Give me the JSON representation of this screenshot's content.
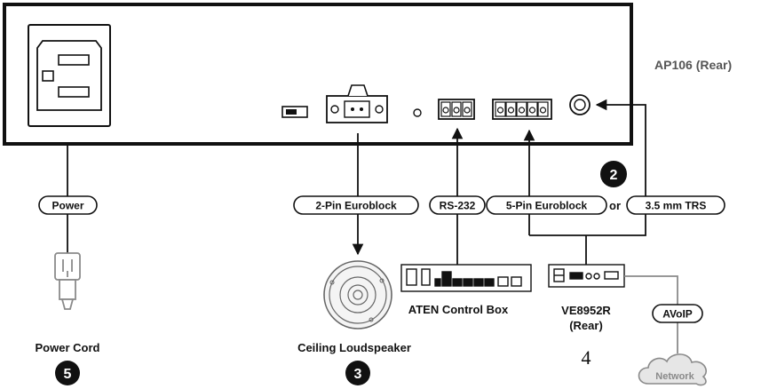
{
  "device_title": "AP106 (Rear)",
  "connectors": {
    "power": "Power",
    "euroblock2": "2-Pin Euroblock",
    "rs232": "RS-232",
    "euroblock5": "5-Pin Euroblock",
    "or_text": "or",
    "trs": "3.5 mm TRS",
    "avoip": "AVoIP"
  },
  "devices": {
    "power_cord": "Power Cord",
    "loudspeaker": "Ceiling Loudspeaker",
    "control_box": "ATEN Control Box",
    "ve_line1": "VE8952R",
    "ve_line2": "(Rear)",
    "network": "Network"
  },
  "numbers": {
    "n2": "2",
    "n3": "3",
    "n4": "4",
    "n5": "5"
  },
  "colors": {
    "line": "#111111",
    "gray": "#8a8a8a",
    "network_fill": "#e6e6e6"
  }
}
